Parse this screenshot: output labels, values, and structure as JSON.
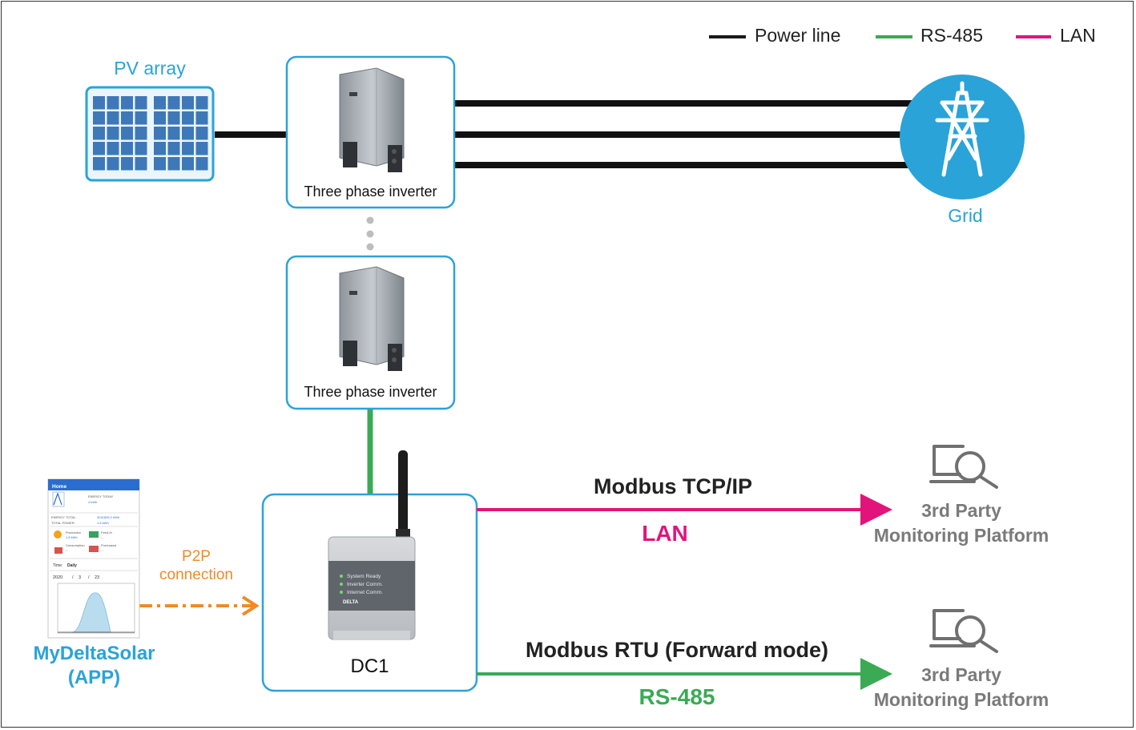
{
  "legend": {
    "items": [
      {
        "label": "Power line",
        "color": "#1a1a1a"
      },
      {
        "label": "RS-485",
        "color": "#3aaa55"
      },
      {
        "label": "LAN",
        "color": "#e2147b"
      }
    ]
  },
  "nodes": {
    "pv_array": {
      "label": "PV array"
    },
    "inverter_top": {
      "label": "Three phase inverter"
    },
    "inverter_bottom": {
      "label": "Three phase inverter"
    },
    "grid": {
      "label": "Grid"
    },
    "dc1": {
      "label": "DC1",
      "leds": [
        "System Ready",
        "Inverter Comm.",
        "Internet Comm."
      ],
      "brand": "DELTA"
    },
    "app": {
      "label_line1": "MyDeltaSolar",
      "label_line2": "(APP)"
    },
    "platform_lan": {
      "line1": "3rd Party",
      "line2": "Monitoring Platform"
    },
    "platform_rs485": {
      "line1": "3rd Party",
      "line2": "Monitoring Platform"
    }
  },
  "connections": {
    "modbus_tcp": {
      "protocol": "Modbus TCP/IP",
      "medium": "LAN"
    },
    "modbus_rtu": {
      "protocol": "Modbus RTU (Forward mode)",
      "medium": "RS-485"
    },
    "p2p": {
      "line1": "P2P",
      "line2": "connection"
    }
  },
  "app_screen": {
    "header": "Home",
    "energy_today_label": "ENERGY TODAY",
    "energy_today_value": "4 kWh",
    "energy_total_label": "ENERGY TOTAL:",
    "energy_total_value": "3241826.2 kWh",
    "total_power_label": "TOTAL POWER:",
    "total_power_value": "1.6 kWh",
    "production_label": "Production",
    "production_value": "1.6 kWh",
    "feed_in_label": "Feed-In",
    "feed_in_value": "--",
    "consumption_label": "Consumption",
    "consumption_value": "--",
    "purchased_label": "Purchased",
    "purchased_value": "--",
    "time_label": "Time:",
    "time_value": "Daily",
    "date_year": "2020",
    "date_month": "3",
    "date_day": "23"
  },
  "colors": {
    "blue_accent": "#2aa3d8",
    "orange": "#f08a24",
    "gray_text": "#7a7a7a",
    "green": "#3aaa55",
    "magenta": "#e2147b"
  }
}
